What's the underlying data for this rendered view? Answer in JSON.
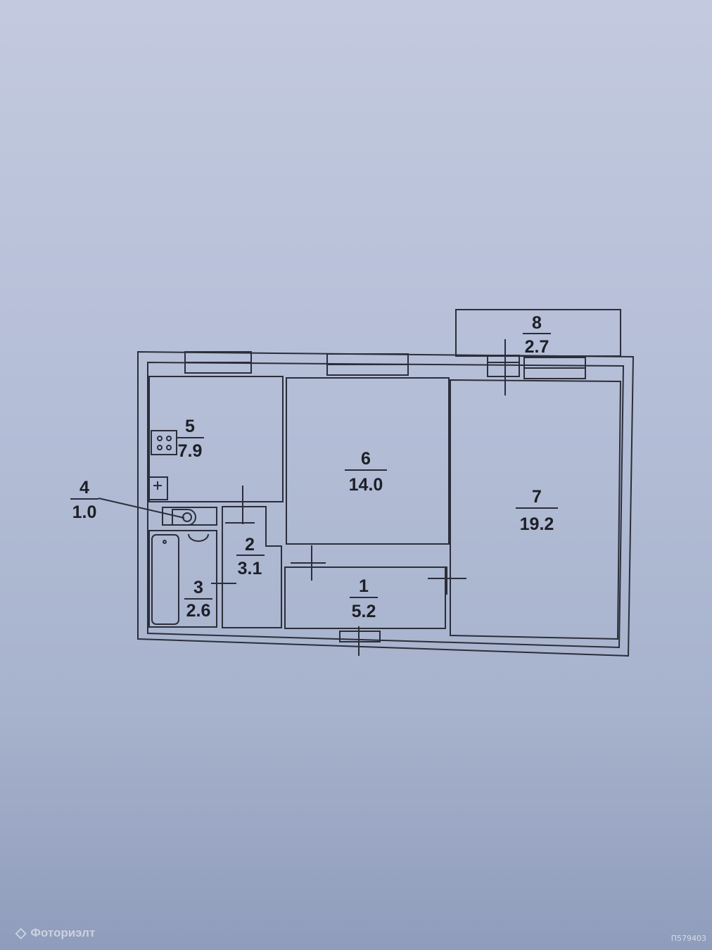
{
  "rooms": [
    {
      "num": "1",
      "area": "5.2"
    },
    {
      "num": "2",
      "area": "3.1"
    },
    {
      "num": "3",
      "area": "2.6"
    },
    {
      "num": "4",
      "area": "1.0"
    },
    {
      "num": "5",
      "area": "7.9"
    },
    {
      "num": "6",
      "area": "14.0"
    },
    {
      "num": "7",
      "area": "19.2"
    },
    {
      "num": "8",
      "area": "2.7"
    }
  ],
  "watermark": {
    "brand": "Фоториэлт",
    "code": "П579403"
  }
}
